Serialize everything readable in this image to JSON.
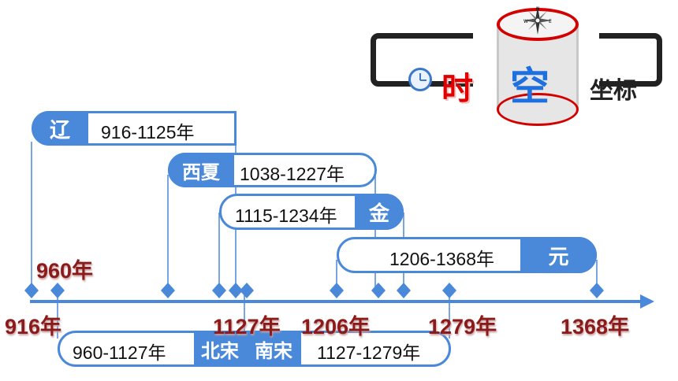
{
  "header": {
    "clock_icon": "alarm-clock-icon",
    "shi": "时",
    "kong": "空",
    "zuobiao": "坐标",
    "compass": {
      "n": "N",
      "w": "W",
      "e": "E"
    }
  },
  "periods": {
    "liao": {
      "name": "辽",
      "range": "916-1125年"
    },
    "xixia": {
      "name": "西夏",
      "range": "1038-1227年"
    },
    "jin": {
      "name": "金",
      "range": "1115-1234年"
    },
    "yuan": {
      "name": "元",
      "range": "1206-1368年"
    },
    "beisong": {
      "name": "北宋",
      "range": "960-1127年"
    },
    "nansong": {
      "name": "南宋",
      "range": "1127-1279年"
    }
  },
  "axis": {
    "labels": {
      "y916": "916年",
      "y960": "960年",
      "y1127": "1127年",
      "y1206": "1206年",
      "y1279": "1279年",
      "y1368": "1368年"
    },
    "marker_years": [
      916,
      960,
      1038,
      1115,
      1125,
      1127,
      1206,
      1227,
      1234,
      1279,
      1368
    ]
  },
  "colors": {
    "accent": "#4a88d9",
    "label": "#8b1a1a",
    "shi": "#e00000",
    "kong": "#1e6fe0"
  }
}
